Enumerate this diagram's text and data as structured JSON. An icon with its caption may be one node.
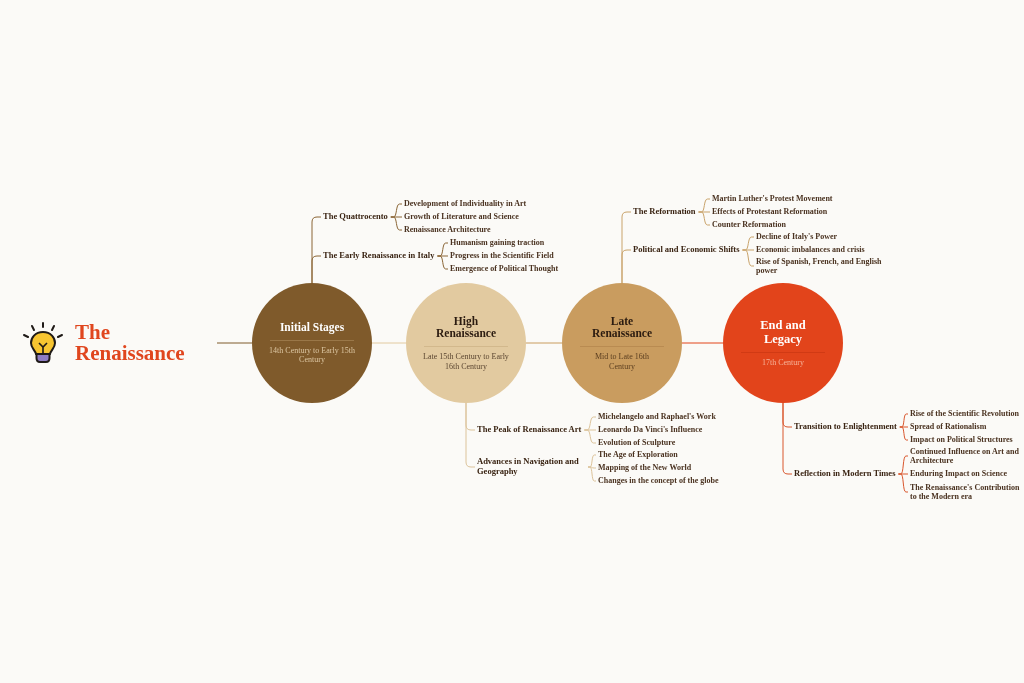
{
  "diagram": {
    "title": "The Renaissance",
    "nodes": [
      {
        "text": [
          "Initial Stages",
          "14th Century to Early 15th Century"
        ]
      },
      {
        "text": [
          "High Renaissance",
          "Late 15th Century to Early 16th Century"
        ]
      },
      {
        "text": [
          "Late Renaissance",
          "Mid to Late 16th Century"
        ]
      },
      {
        "text": [
          "End and Legacy",
          "17th Century"
        ]
      },
      {
        "text": [
          "The Quattrocento"
        ]
      },
      {
        "text": [
          "Development of Individuality in Art"
        ]
      },
      {
        "text": [
          "Growth of Literature and Science"
        ]
      },
      {
        "text": [
          "Renaissance Architecture"
        ]
      },
      {
        "text": [
          "The Early Renaissance in Italy"
        ]
      },
      {
        "text": [
          "Humanism gaining traction"
        ]
      },
      {
        "text": [
          "Progress in the Scientific Field"
        ]
      },
      {
        "text": [
          "Emergence of Political Thought"
        ]
      },
      {
        "text": [
          "The Peak of Renaissance Art"
        ]
      },
      {
        "text": [
          "Michelangelo and Raphael's Work"
        ]
      },
      {
        "text": [
          "Leonardo Da Vinci's Influence"
        ]
      },
      {
        "text": [
          "Evolution of Sculpture"
        ]
      },
      {
        "text": [
          "Advances in Navigation and Geography"
        ]
      },
      {
        "text": [
          "The Age of Exploration"
        ]
      },
      {
        "text": [
          "Mapping of the New World"
        ]
      },
      {
        "text": [
          "Changes in the concept of the globe"
        ]
      },
      {
        "text": [
          "The Reformation"
        ]
      },
      {
        "text": [
          "Martin Luther's Protest Movement"
        ]
      },
      {
        "text": [
          "Effects of Protestant Reformation"
        ]
      },
      {
        "text": [
          "Counter Reformation"
        ]
      },
      {
        "text": [
          "Political and Economic Shifts"
        ]
      },
      {
        "text": [
          "Decline of Italy's Power"
        ]
      },
      {
        "text": [
          "Economic imbalances and crisis"
        ]
      },
      {
        "text": [
          "Rise of Spanish, French, and English power"
        ]
      },
      {
        "text": [
          "Transition to Enlightenment"
        ]
      },
      {
        "text": [
          "Rise of the Scientific Revolution"
        ]
      },
      {
        "text": [
          "Spread of Rationalism"
        ]
      },
      {
        "text": [
          "Impact on Political Structures"
        ]
      },
      {
        "text": [
          "Reflection in Modern Times"
        ]
      },
      {
        "text": [
          "Continued Influence on Art and Architecture"
        ]
      },
      {
        "text": [
          "Enduring Impact on Science"
        ]
      },
      {
        "text": [
          "The Renaissance's Contribution to the Modern era"
        ]
      }
    ],
    "edges": [
      {
        "from": null,
        "to": 0,
        "arrow": "none",
        "color": "#7f5a2b"
      },
      {
        "from": 0,
        "to": 1,
        "arrow": "none",
        "color": "#e2caa0"
      },
      {
        "from": 1,
        "to": 2,
        "arrow": "none",
        "color": "#c99c5f"
      },
      {
        "from": 2,
        "to": 3,
        "arrow": "none",
        "color": "#e2441b"
      },
      {
        "from": 0,
        "to": 4,
        "arrow": "none",
        "color": "#8a6535"
      },
      {
        "from": 4,
        "to": 5,
        "arrow": "none",
        "color": "#8a6535"
      },
      {
        "from": 4,
        "to": 6,
        "arrow": "none",
        "color": "#8a6535"
      },
      {
        "from": 4,
        "to": 7,
        "arrow": "none",
        "color": "#8a6535"
      },
      {
        "from": 0,
        "to": 8,
        "arrow": "none",
        "color": "#8a6535"
      },
      {
        "from": 8,
        "to": 9,
        "arrow": "none",
        "color": "#8a6535"
      },
      {
        "from": 8,
        "to": 10,
        "arrow": "none",
        "color": "#8a6535"
      },
      {
        "from": 8,
        "to": 11,
        "arrow": "none",
        "color": "#8a6535"
      },
      {
        "from": 1,
        "to": 12,
        "arrow": "none",
        "color": "#dcc39a"
      },
      {
        "from": 12,
        "to": 13,
        "arrow": "none",
        "color": "#dcc39a"
      },
      {
        "from": 12,
        "to": 14,
        "arrow": "none",
        "color": "#dcc39a"
      },
      {
        "from": 12,
        "to": 15,
        "arrow": "none",
        "color": "#dcc39a"
      },
      {
        "from": 1,
        "to": 16,
        "arrow": "none",
        "color": "#dcc39a"
      },
      {
        "from": 16,
        "to": 17,
        "arrow": "none",
        "color": "#dcc39a"
      },
      {
        "from": 16,
        "to": 18,
        "arrow": "none",
        "color": "#dcc39a"
      },
      {
        "from": 16,
        "to": 19,
        "arrow": "none",
        "color": "#dcc39a"
      },
      {
        "from": 2,
        "to": 20,
        "arrow": "none",
        "color": "#c9a36a"
      },
      {
        "from": 20,
        "to": 21,
        "arrow": "none",
        "color": "#c9a36a"
      },
      {
        "from": 20,
        "to": 22,
        "arrow": "none",
        "color": "#c9a36a"
      },
      {
        "from": 20,
        "to": 23,
        "arrow": "none",
        "color": "#c9a36a"
      },
      {
        "from": 2,
        "to": 24,
        "arrow": "none",
        "color": "#c9a36a"
      },
      {
        "from": 24,
        "to": 25,
        "arrow": "none",
        "color": "#c9a36a"
      },
      {
        "from": 24,
        "to": 26,
        "arrow": "none",
        "color": "#c9a36a"
      },
      {
        "from": 24,
        "to": 27,
        "arrow": "none",
        "color": "#c9a36a"
      },
      {
        "from": 3,
        "to": 28,
        "arrow": "none",
        "color": "#d9562d"
      },
      {
        "from": 28,
        "to": 29,
        "arrow": "none",
        "color": "#d9562d"
      },
      {
        "from": 28,
        "to": 30,
        "arrow": "none",
        "color": "#d9562d"
      },
      {
        "from": 28,
        "to": 31,
        "arrow": "none",
        "color": "#d9562d"
      },
      {
        "from": 3,
        "to": 32,
        "arrow": "none",
        "color": "#d9562d"
      },
      {
        "from": 32,
        "to": 33,
        "arrow": "none",
        "color": "#d9562d"
      },
      {
        "from": 32,
        "to": 34,
        "arrow": "none",
        "color": "#d9562d"
      },
      {
        "from": 32,
        "to": 35,
        "arrow": "none",
        "color": "#d9562d"
      }
    ]
  }
}
